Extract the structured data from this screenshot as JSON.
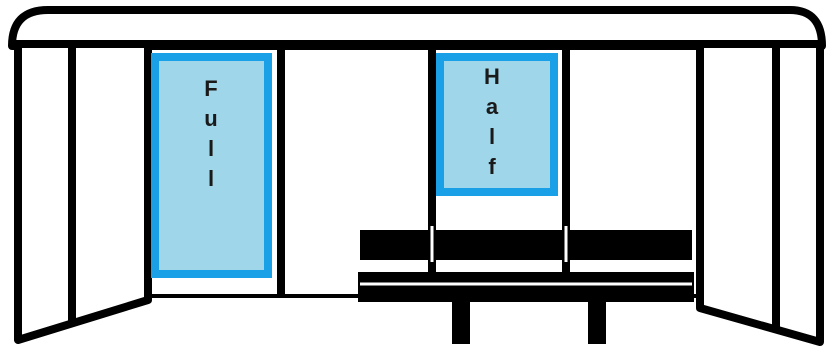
{
  "diagram": {
    "ad_panels": [
      {
        "id": "full",
        "label": [
          "F",
          "u",
          "l",
          "l"
        ]
      },
      {
        "id": "half",
        "label": [
          "H",
          "a",
          "l",
          "f"
        ]
      }
    ],
    "colors": {
      "outline": "#000000",
      "panel_border": "#1aa0e6",
      "panel_fill": "#9fd6ea",
      "background": "#ffffff"
    }
  }
}
